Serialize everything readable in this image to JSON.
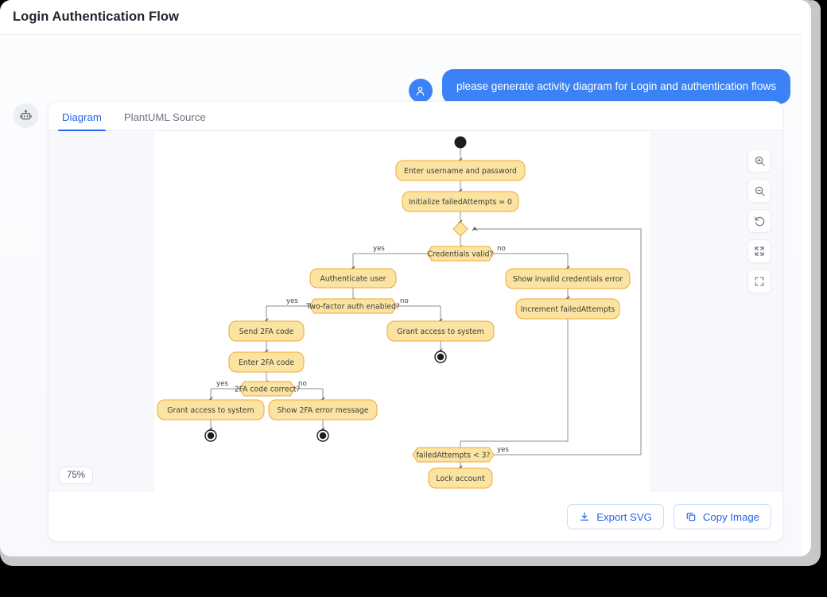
{
  "window": {
    "title": "Login Authentication Flow"
  },
  "conversation": {
    "user_avatar_icon": "user-icon",
    "bot_avatar_icon": "robot-icon",
    "user_message": "please generate activity diagram for Login and authentication flows"
  },
  "diagram_panel": {
    "tabs": [
      {
        "label": "Diagram",
        "active": true
      },
      {
        "label": "PlantUML Source",
        "active": false
      }
    ],
    "zoom_level": "75%",
    "tools": [
      {
        "name": "zoom-in-icon",
        "title": "Zoom in"
      },
      {
        "name": "zoom-out-icon",
        "title": "Zoom out"
      },
      {
        "name": "reset-rotate-icon",
        "title": "Reset view"
      },
      {
        "name": "fit-screen-icon",
        "title": "Fit to screen"
      },
      {
        "name": "fullscreen-icon",
        "title": "Fullscreen"
      }
    ],
    "actions": [
      {
        "label": "Export SVG",
        "icon": "download-icon"
      },
      {
        "label": "Copy Image",
        "icon": "copy-icon"
      }
    ]
  },
  "chart_data": {
    "type": "diagram",
    "diagram_kind": "uml-activity-diagram",
    "title": "Login Authentication Flow",
    "colors": {
      "node_fill": "#fbe3a1",
      "node_stroke": "#f0a830",
      "edge_stroke": "#8c8c8c",
      "text": "#3d3d3d",
      "canvas": "#ffffff"
    },
    "nodes": [
      {
        "id": "start",
        "type": "initial",
        "label": ""
      },
      {
        "id": "a1",
        "type": "action",
        "label": "Enter username and password"
      },
      {
        "id": "a2",
        "type": "action",
        "label": "Initialize failedAttempts = 0"
      },
      {
        "id": "merge1",
        "type": "merge",
        "label": ""
      },
      {
        "id": "d1",
        "type": "decision",
        "label": "Credentials valid?"
      },
      {
        "id": "a3",
        "type": "action",
        "label": "Authenticate user"
      },
      {
        "id": "d2",
        "type": "decision",
        "label": "Two-factor auth enabled?"
      },
      {
        "id": "a4",
        "type": "action",
        "label": "Send 2FA code"
      },
      {
        "id": "a5",
        "type": "action",
        "label": "Enter 2FA code"
      },
      {
        "id": "d3",
        "type": "decision",
        "label": "2FA code correct?"
      },
      {
        "id": "a6",
        "type": "action",
        "label": "Grant access to system"
      },
      {
        "id": "a7",
        "type": "action",
        "label": "Show 2FA error message"
      },
      {
        "id": "a8",
        "type": "action",
        "label": "Grant access to system"
      },
      {
        "id": "a9",
        "type": "action",
        "label": "Show invalid credentials error"
      },
      {
        "id": "a10",
        "type": "action",
        "label": "Increment failedAttempts"
      },
      {
        "id": "d4",
        "type": "decision",
        "label": "failedAttempts < 3?"
      },
      {
        "id": "a11",
        "type": "action",
        "label": "Lock account"
      },
      {
        "id": "end1",
        "type": "final",
        "label": ""
      },
      {
        "id": "end2",
        "type": "final",
        "label": ""
      },
      {
        "id": "end3",
        "type": "final",
        "label": ""
      }
    ],
    "edges": [
      {
        "from": "start",
        "to": "a1",
        "label": ""
      },
      {
        "from": "a1",
        "to": "a2",
        "label": ""
      },
      {
        "from": "a2",
        "to": "merge1",
        "label": ""
      },
      {
        "from": "merge1",
        "to": "d1",
        "label": ""
      },
      {
        "from": "d1",
        "to": "a3",
        "label": "yes"
      },
      {
        "from": "d1",
        "to": "a9",
        "label": "no"
      },
      {
        "from": "a3",
        "to": "d2",
        "label": ""
      },
      {
        "from": "d2",
        "to": "a4",
        "label": "yes"
      },
      {
        "from": "d2",
        "to": "a8",
        "label": "no"
      },
      {
        "from": "a4",
        "to": "a5",
        "label": ""
      },
      {
        "from": "a5",
        "to": "d3",
        "label": ""
      },
      {
        "from": "d3",
        "to": "a6",
        "label": "yes"
      },
      {
        "from": "d3",
        "to": "a7",
        "label": "no"
      },
      {
        "from": "a6",
        "to": "end2",
        "label": ""
      },
      {
        "from": "a7",
        "to": "end3",
        "label": ""
      },
      {
        "from": "a8",
        "to": "end1",
        "label": ""
      },
      {
        "from": "a9",
        "to": "a10",
        "label": ""
      },
      {
        "from": "a10",
        "to": "d4",
        "label": ""
      },
      {
        "from": "d4",
        "to": "merge1",
        "label": "yes"
      },
      {
        "from": "d4",
        "to": "a11",
        "label": ""
      }
    ],
    "edge_labels": [
      "yes",
      "no",
      "yes",
      "no",
      "yes",
      "no",
      "yes"
    ]
  }
}
